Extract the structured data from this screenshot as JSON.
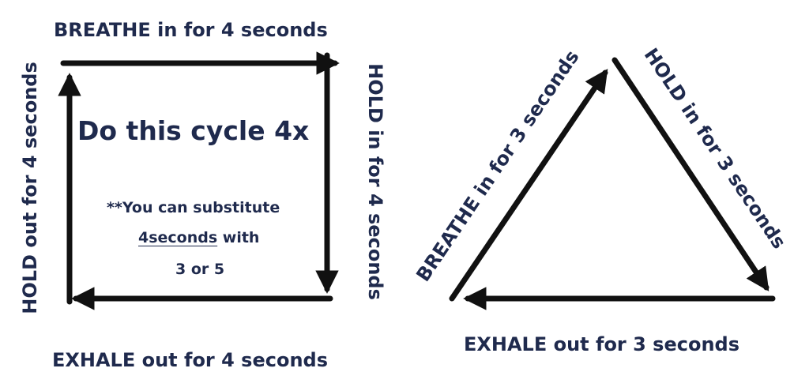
{
  "square": {
    "top_label": "BREATHE in for 4 seconds",
    "right_label": "HOLD in for 4 seconds",
    "bottom_label": "EXHALE out for 4 seconds",
    "left_label": "HOLD out for 4 seconds",
    "center_title": "Do this cycle 4x",
    "note_line1": "**You can substitute",
    "note_line2_underlined": "4seconds",
    "note_line2_rest": " with",
    "note_line3": "3 or 5"
  },
  "triangle": {
    "left_label": "BREATHE in for 3 seconds",
    "right_label": "HOLD in for 3 seconds",
    "bottom_label": "EXHALE out for 3 seconds"
  },
  "colors": {
    "text": "#1f2a4d",
    "arrow": "#111111"
  }
}
